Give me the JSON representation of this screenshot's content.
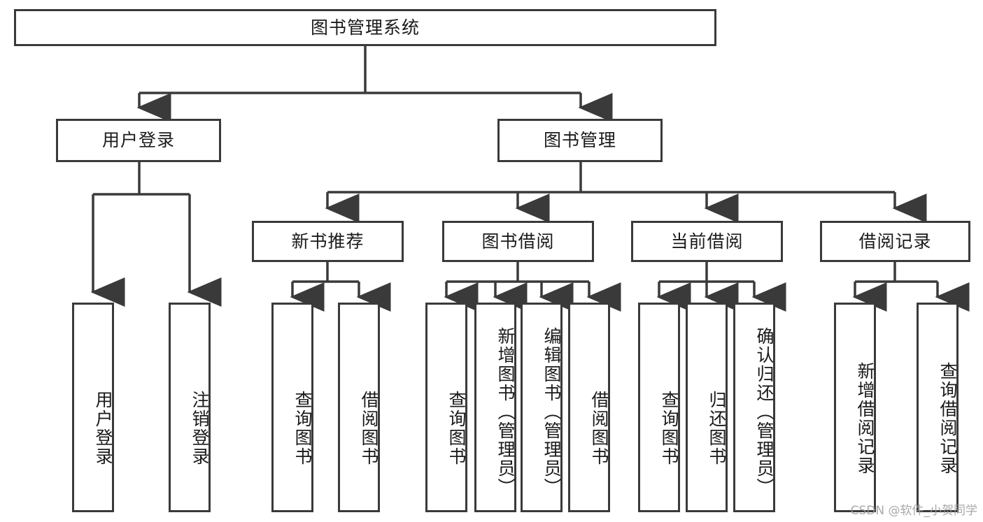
{
  "diagram": {
    "type": "tree",
    "title": "图书管理系统",
    "orientation": "top-down",
    "colors": {
      "stroke": "#3a3a3a",
      "fill": "#ffffff",
      "text": "#1a1a1a",
      "watermark": "#9a9a9a"
    },
    "watermark": "CSDN @软件_小贺同学",
    "levels": 4
  },
  "nodes": {
    "root": {
      "label": "图书管理系统"
    },
    "level2": [
      {
        "id": "user-login",
        "label": "用户登录"
      },
      {
        "id": "book-management",
        "label": "图书管理"
      }
    ],
    "level3": [
      {
        "id": "new-book-recommend",
        "label": "新书推荐",
        "parent": "book-management"
      },
      {
        "id": "book-borrow",
        "label": "图书借阅",
        "parent": "book-management"
      },
      {
        "id": "current-borrow",
        "label": "当前借阅",
        "parent": "book-management"
      },
      {
        "id": "borrow-record",
        "label": "借阅记录",
        "parent": "book-management"
      }
    ],
    "leaves": {
      "user-login": [
        {
          "id": "leaf-user-login",
          "label": "用户登录"
        },
        {
          "id": "leaf-user-logout",
          "label": "注销登录"
        }
      ],
      "new-book-recommend": [
        {
          "id": "leaf-query-book-1",
          "label": "查询图书"
        },
        {
          "id": "leaf-borrow-book-1",
          "label": "借阅图书"
        }
      ],
      "book-borrow": [
        {
          "id": "leaf-query-book-2",
          "label": "查询图书"
        },
        {
          "id": "leaf-add-book",
          "label": "新增图书（管理员）"
        },
        {
          "id": "leaf-edit-book",
          "label": "编辑图书（管理员）"
        },
        {
          "id": "leaf-borrow-book-2",
          "label": "借阅图书"
        }
      ],
      "current-borrow": [
        {
          "id": "leaf-query-book-3",
          "label": "查询图书"
        },
        {
          "id": "leaf-return-book",
          "label": "归还图书"
        },
        {
          "id": "leaf-confirm-return",
          "label": "确认归还（管理员）"
        }
      ],
      "borrow-record": [
        {
          "id": "leaf-add-record",
          "label": "新增借阅记录"
        },
        {
          "id": "leaf-query-record",
          "label": "查询借阅记录"
        }
      ]
    }
  }
}
